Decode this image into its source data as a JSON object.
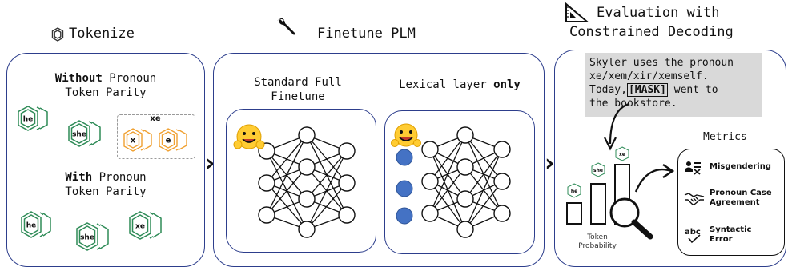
{
  "tokenize": {
    "title": "Tokenize",
    "without_bold": "Without",
    "without_rest": " Pronoun",
    "without_line2": "Token Parity",
    "with_bold": "With",
    "with_rest": " Pronoun",
    "with_line2": "Token Parity",
    "tokens_without": [
      "he",
      "she"
    ],
    "xe_group_label": "xe",
    "xe_subtokens": [
      "x",
      "e"
    ],
    "tokens_with": [
      "he",
      "she",
      "xe"
    ]
  },
  "finetune": {
    "title": "Finetune PLM",
    "standard_line1": "Standard Full",
    "standard_line2": "Finetune",
    "lexical_text": "Lexical layer ",
    "lexical_bold": "only"
  },
  "evaluation": {
    "title_line1": "Evaluation with",
    "title_line2": "Constrained Decoding",
    "prompt_line1": "Skyler uses the pronoun",
    "prompt_line2": "xe/xem/xir/xemself.",
    "prompt_line3_pre": "Today,",
    "prompt_mask": "[MASK]",
    "prompt_line3_post": " went to",
    "prompt_line4": "the bookstore.",
    "bar_tokens": [
      "he",
      "she",
      "xe"
    ],
    "token_prob_line1": "Token",
    "token_prob_line2": "Probability",
    "metrics_title": "Metrics",
    "metrics": [
      {
        "icon": "misgender-icon",
        "line1": "Misgendering",
        "line2": ""
      },
      {
        "icon": "handshake-icon",
        "line1": "Pronoun Case",
        "line2": "Agreement"
      },
      {
        "icon": "spellcheck-icon",
        "line1": "Syntactic",
        "line2": "Error"
      }
    ]
  },
  "colors": {
    "panel_border": "#2d3e8c",
    "token_green": "#2e8b57",
    "token_orange": "#f0a030",
    "node_blue": "#4472c4",
    "prompt_bg": "#d9d9d9"
  }
}
